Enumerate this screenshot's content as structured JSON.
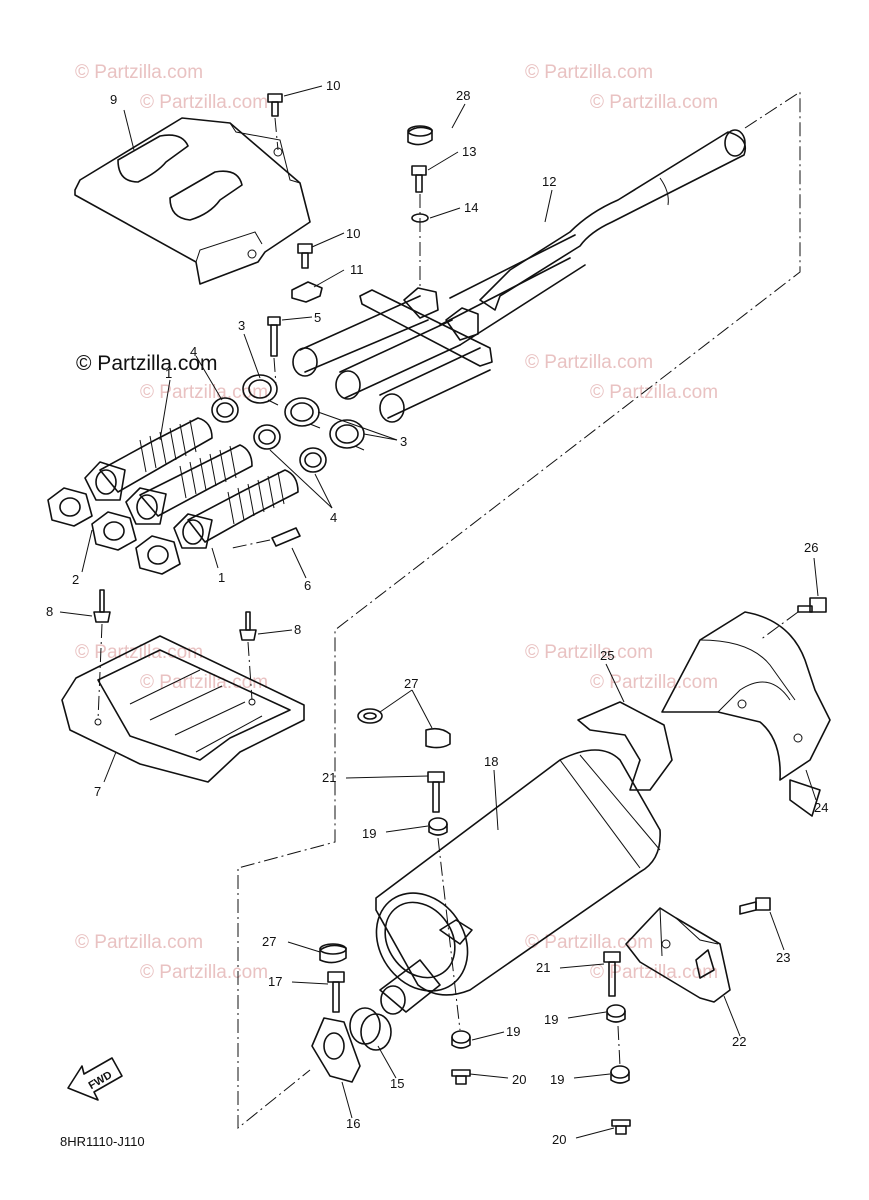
{
  "watermark": {
    "faint_text": "© Partzilla.com",
    "main_text": "© Partzilla.com"
  },
  "diagram_code": "8HR1110-J110",
  "fwd_label": "FWD",
  "callouts": {
    "c1a": "1",
    "c1b": "1",
    "c2": "2",
    "c3a": "3",
    "c3b": "3",
    "c4a": "4",
    "c4b": "4",
    "c5": "5",
    "c6": "6",
    "c7": "7",
    "c8a": "8",
    "c8b": "8",
    "c9": "9",
    "c10a": "10",
    "c10b": "10",
    "c11": "11",
    "c12": "12",
    "c13": "13",
    "c14": "14",
    "c15": "15",
    "c16": "16",
    "c17": "17",
    "c18": "18",
    "c19a": "19",
    "c19b": "19",
    "c19c": "19",
    "c19d": "19",
    "c20a": "20",
    "c20b": "20",
    "c21a": "21",
    "c21b": "21",
    "c22": "22",
    "c23": "23",
    "c24": "24",
    "c25": "25",
    "c26": "26",
    "c27a": "27",
    "c27b": "27",
    "c28": "28"
  },
  "colors": {
    "line": "#111111",
    "watermark": "#e9c2c2",
    "background": "#ffffff"
  }
}
